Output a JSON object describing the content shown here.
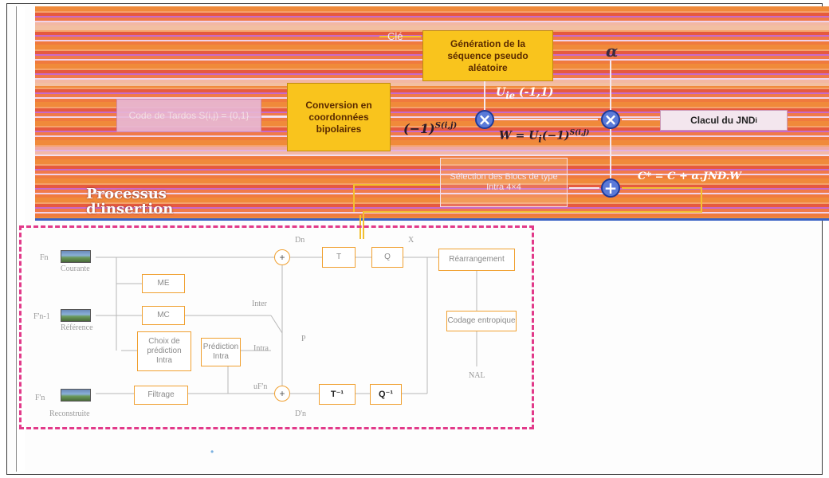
{
  "banner": {
    "key_label": "Clé",
    "alpha": "α",
    "title": "Processus d'insertion",
    "title_line1": "Processus",
    "title_line2": "d'insertion",
    "boxes": {
      "generation": "Génération de la séquence pseudo aléatoire",
      "tardos": "Code de Tardos S(i,j) = {0,1}",
      "conversion": "Conversion en coordonnées bipolaires",
      "jnd": "Clacul du JND",
      "selection": "Sélection des Blocs de type Intra 4×4"
    },
    "formulas": {
      "uie": "U",
      "uie_sub": "ie",
      "uie_range": "(-1,1)",
      "bipolar": "(−1)",
      "bipolar_exp": "S(i,j)",
      "w": "W = U",
      "w_sub": "i",
      "w_rest": "(−1)",
      "w_exp": "S(i,j)",
      "insertion": "C*",
      "insertion_rest": " = C",
      "insertion_tail": " + α.JND",
      "insertion_w": ".W",
      "jnd_sub": "i"
    }
  },
  "codec": {
    "inputs": [
      {
        "name": "Fn",
        "caption": "Courante"
      },
      {
        "name": "F'n-1",
        "caption": "Référence"
      },
      {
        "name": "F'n",
        "caption": "Reconstruite"
      }
    ],
    "blocks": {
      "me": "ME",
      "mc": "MC",
      "choice": "Choix de prédiction Intra",
      "intra_pred": "Prédiction Intra",
      "filter": "Filtrage",
      "t": "T",
      "q": "Q",
      "t_inv": "T⁻¹",
      "q_inv": "Q⁻¹",
      "reorder": "Réarrangement",
      "entropy": "Codage entropique"
    },
    "labels": {
      "dn": "Dn",
      "x": "X",
      "inter": "Inter",
      "intra": "Intra",
      "p": "P",
      "ufn": "uF'n",
      "dpn": "D'n",
      "nal": "NAL",
      "plus": "+"
    }
  }
}
